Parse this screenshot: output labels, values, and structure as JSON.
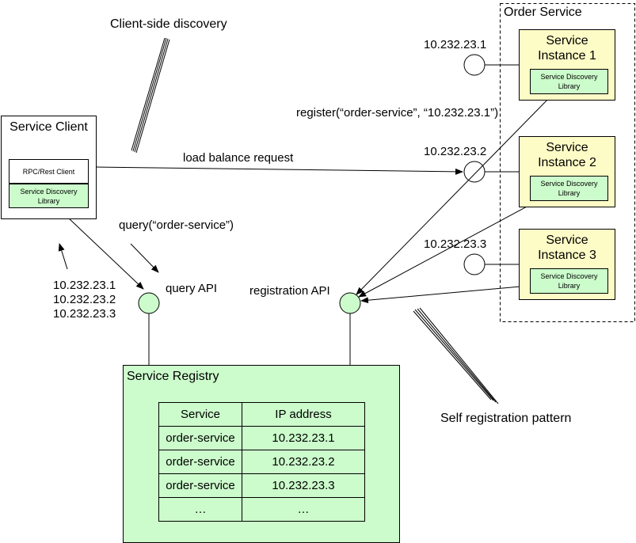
{
  "title": "Client-side discovery",
  "pattern_label": "Self registration pattern",
  "client": {
    "title": "Service Client",
    "rpc_label": "RPC/Rest Client",
    "library_label": "Service Discovery Library"
  },
  "order_service": {
    "label": "Order Service",
    "instances": [
      {
        "title": "Service Instance 1",
        "ip": "10.232.23.1",
        "library_label": "Service Discovery Library"
      },
      {
        "title": "Service Instance 2",
        "ip": "10.232.23.2",
        "library_label": "Service Discovery Library"
      },
      {
        "title": "Service Instance 3",
        "ip": "10.232.23.3",
        "library_label": "Service Discovery Library"
      }
    ]
  },
  "edges": {
    "register_call": "register(“order-service”, “10.232.23.1”)",
    "load_balance": "load balance request",
    "query_call": "query(“order-service”)",
    "query_api": "query API",
    "registration_api": "registration API",
    "returned_ips": [
      "10.232.23.1",
      "10.232.23.2",
      "10.232.23.3"
    ]
  },
  "registry": {
    "title": "Service Registry",
    "columns": [
      "Service",
      "IP address"
    ],
    "rows": [
      [
        "order-service",
        "10.232.23.1"
      ],
      [
        "order-service",
        "10.232.23.2"
      ],
      [
        "order-service",
        "10.232.23.3"
      ],
      [
        "…",
        "…"
      ]
    ]
  },
  "colors": {
    "green": "#ccfccc",
    "yellow": "#fefcc6"
  }
}
